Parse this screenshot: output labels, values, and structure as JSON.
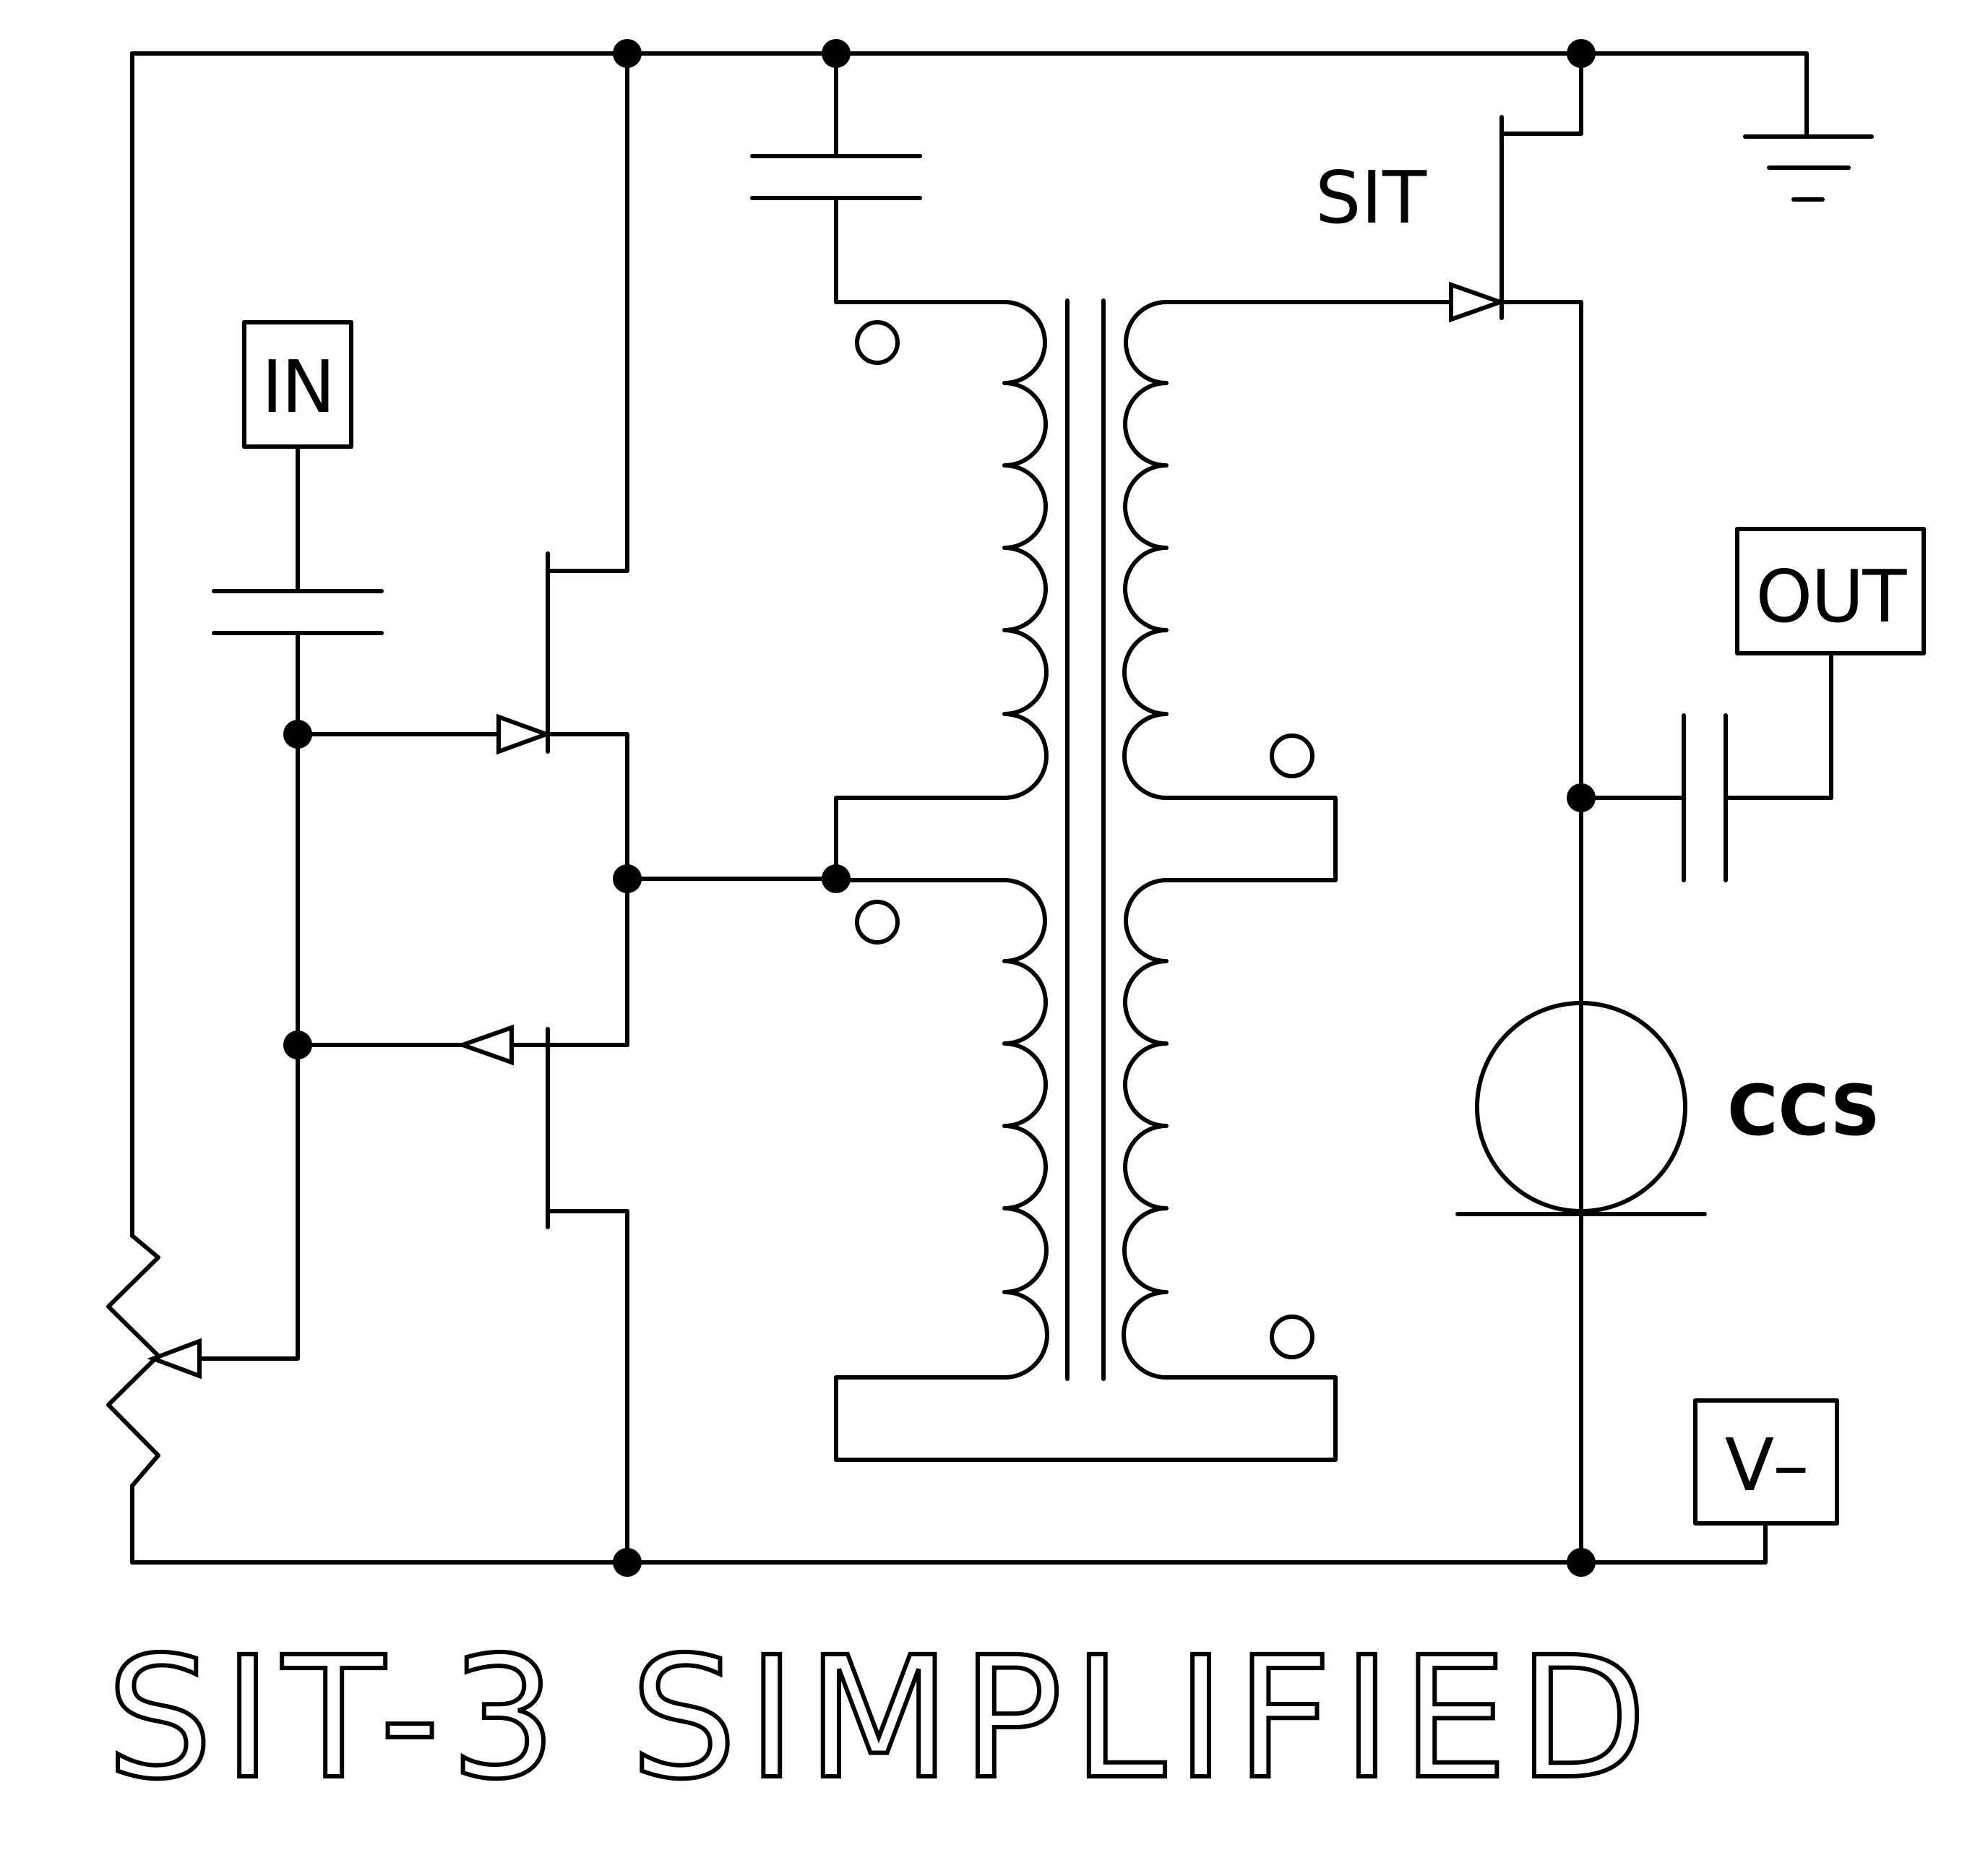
{
  "title": "SIT-3 SIMPLIFIED",
  "labels": {
    "input": "IN",
    "output": "OUT",
    "negative_supply": "V–",
    "transistor": "SIT",
    "current_source": "CCS"
  },
  "components": [
    "input-capacitor",
    "upper-input-jfet",
    "lower-input-jfet",
    "potentiometer",
    "bypass-capacitor",
    "transformer",
    "sit-transistor",
    "ground",
    "output-capacitor",
    "current-source"
  ],
  "colors": {
    "ink": "#000000",
    "background": "#ffffff"
  }
}
